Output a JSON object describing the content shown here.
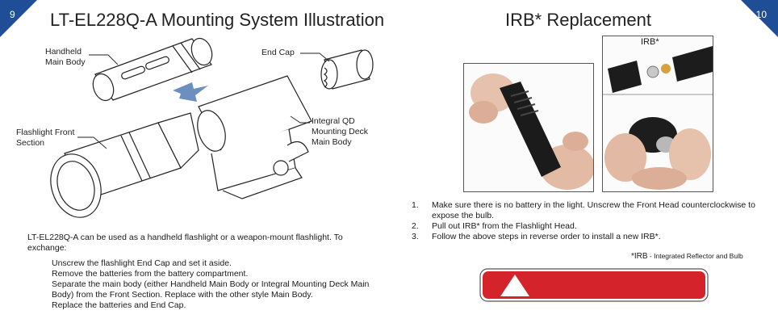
{
  "left_page": {
    "page_number": "9",
    "title": "LT-EL228Q-A Mounting System Illustration",
    "callouts": {
      "handheld": "Handheld\nMain Body",
      "end_cap": "End Cap",
      "front_section": "Flashlight Front\nSection",
      "deck": "Integral QD\nMounting Deck\nMain Body"
    },
    "intro": "LT-EL228Q-A can be used as a handheld flashlight or a weapon-mount flashlight. To exchange:",
    "steps": [
      "Unscrew the flashlight End Cap and set it aside.",
      "Remove the batteries from the battery compartment.",
      "Separate the main body (either Handheld Main Body or Integral Mounting Deck Main Body) from the Front Section. Replace with the other style Main Body.",
      "Replace the batteries and End Cap."
    ]
  },
  "right_page": {
    "page_number": "10",
    "title": "IRB* Replacement",
    "photo_label": "IRB*",
    "instructions": [
      {
        "num": "1.",
        "text": "Make sure there is no battery in the light.  Unscrew the Front Head counterclockwise to expose the bulb."
      },
      {
        "num": "2.",
        "text": "Pull out IRB* from the Flashlight Head."
      },
      {
        "num": "3.",
        "text": "Follow the above steps in reverse order to install a new IRB*."
      }
    ],
    "footnote_prefix": "*IRB",
    "footnote_text": " - Integrated Reflector and Bulb"
  },
  "colors": {
    "corner": "#1f4e96",
    "warning_red": "#d4232b",
    "arrow_blue": "#6c8fbf"
  }
}
